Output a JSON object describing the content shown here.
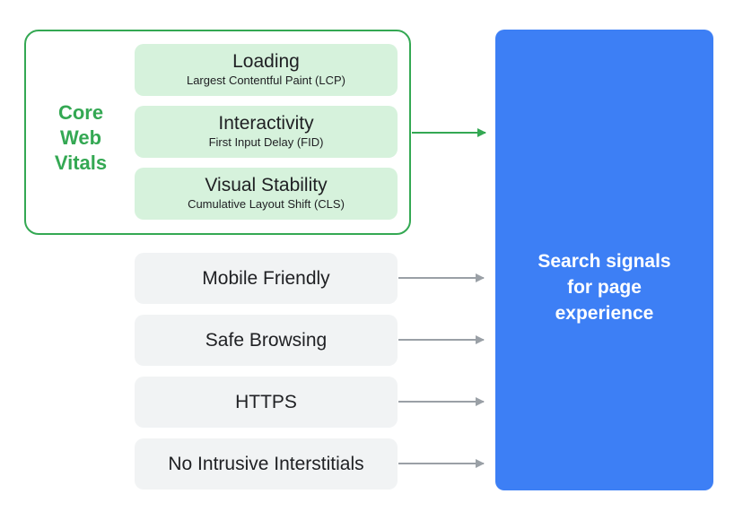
{
  "core_web_vitals": {
    "label_lines": [
      "Core",
      "Web",
      "Vitals"
    ],
    "metrics": [
      {
        "title": "Loading",
        "subtitle": "Largest Contentful Paint (LCP)"
      },
      {
        "title": "Interactivity",
        "subtitle": "First Input Delay (FID)"
      },
      {
        "title": "Visual Stability",
        "subtitle": "Cumulative Layout Shift (CLS)"
      }
    ]
  },
  "signals": [
    "Mobile Friendly",
    "Safe Browsing",
    "HTTPS",
    "No Intrusive Interstitials"
  ],
  "result": {
    "lines": [
      "Search signals",
      "for page",
      "experience"
    ]
  },
  "colors": {
    "green": "#34a853",
    "metric_fill": "#d6f2dc",
    "signal_fill": "#f1f3f4",
    "result_fill": "#3d7ff5",
    "gray_arrow": "#9aa0a6"
  }
}
